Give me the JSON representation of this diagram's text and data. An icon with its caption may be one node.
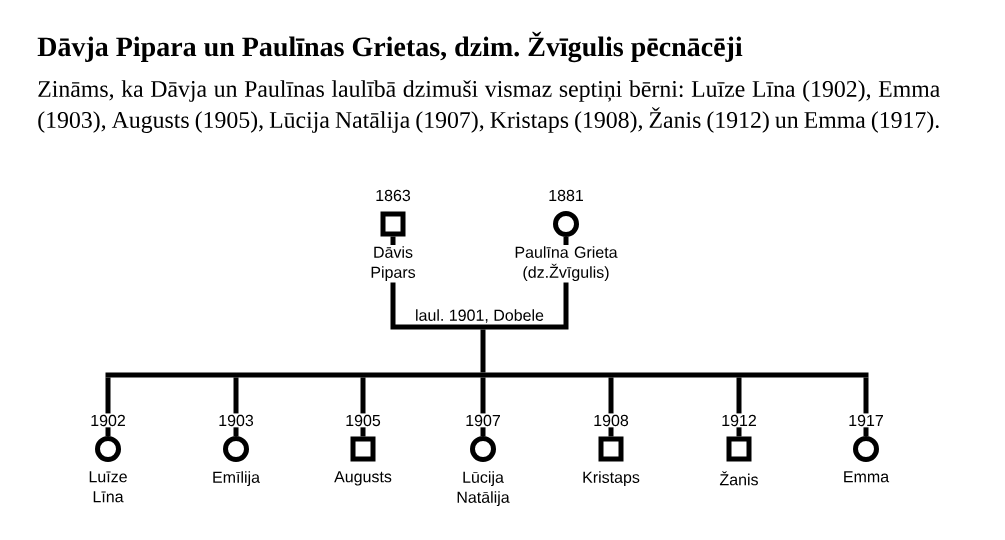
{
  "diagram": {
    "title": "Dāvja Pipara un Paulīnas Grietas, dzim. Žvīgulis pēcnācēji",
    "nodes": [
      {
        "text": [],
        "shape": "box",
        "beside": [
          "1863",
          "Dāvis Pipars"
        ]
      },
      {
        "text": [],
        "shape": "circle",
        "beside": [
          "1881",
          "Paulīna Grieta (dz.Žvīgulis)"
        ]
      },
      {
        "text": [],
        "shape": "circle",
        "beside": [
          "1902",
          "Luīze Līna"
        ]
      },
      {
        "text": [],
        "shape": "circle",
        "beside": [
          "1903",
          "Emīlija"
        ]
      },
      {
        "text": [],
        "shape": "box",
        "beside": [
          "1905",
          "Augusts"
        ]
      },
      {
        "text": [],
        "shape": "circle",
        "beside": [
          "1907",
          "Lūcija Natālija"
        ]
      },
      {
        "text": [],
        "shape": "box",
        "beside": [
          "1908",
          "Kristaps"
        ]
      },
      {
        "text": [],
        "shape": "box",
        "beside": [
          "1912",
          "Žanis"
        ]
      },
      {
        "text": [],
        "shape": "circle",
        "beside": [
          "1917",
          "Emma"
        ]
      }
    ],
    "edges": [
      {
        "from": 0,
        "to": 1,
        "arrow": "none",
        "label": "laul. 1901, Dobele"
      },
      {
        "from": 0,
        "to": 2,
        "arrow": "none"
      },
      {
        "from": 0,
        "to": 3,
        "arrow": "none"
      },
      {
        "from": 0,
        "to": 4,
        "arrow": "none"
      },
      {
        "from": 0,
        "to": 5,
        "arrow": "none"
      },
      {
        "from": 0,
        "to": 6,
        "arrow": "none"
      },
      {
        "from": 0,
        "to": 7,
        "arrow": "none"
      },
      {
        "from": 0,
        "to": 8,
        "arrow": "none"
      },
      {
        "from": 1,
        "to": 2,
        "arrow": "none"
      },
      {
        "from": 1,
        "to": 3,
        "arrow": "none"
      },
      {
        "from": 1,
        "to": 4,
        "arrow": "none"
      },
      {
        "from": 1,
        "to": 5,
        "arrow": "none"
      },
      {
        "from": 1,
        "to": 6,
        "arrow": "none"
      },
      {
        "from": 1,
        "to": 7,
        "arrow": "none"
      },
      {
        "from": 1,
        "to": 8,
        "arrow": "none"
      }
    ],
    "labels": [
      "Zināms, ka Dāvja un Paulīnas laulībā dzimuši vismaz septiņi bērni: Luīze Līna (1902), Emma (1903), Augusts (1905), Lūcija Natālija (1907), Kristaps (1908), Žanis (1912) un Emma (1917)."
    ]
  }
}
